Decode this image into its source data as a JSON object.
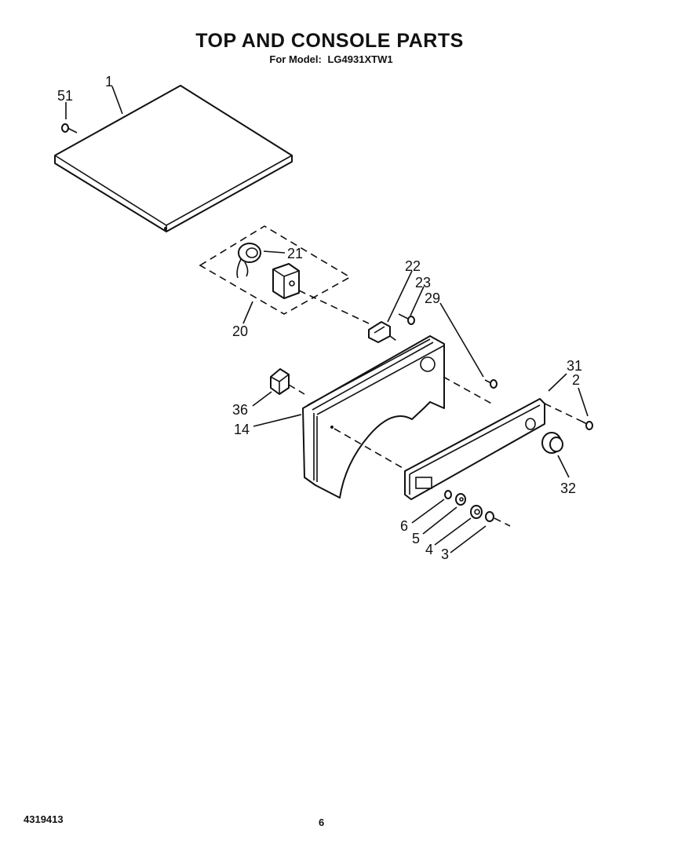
{
  "header": {
    "title": "TOP AND CONSOLE PARTS",
    "model_prefix": "For Model:",
    "model": "LG4931XTW1"
  },
  "footer": {
    "doc_number": "4319413",
    "page_number": "6"
  },
  "callouts": {
    "p51": "51",
    "p1": "1",
    "p21": "21",
    "p20": "20",
    "p22": "22",
    "p23": "23",
    "p29": "29",
    "p31": "31",
    "p2": "2",
    "p36": "36",
    "p14": "14",
    "p32": "32",
    "p6": "6",
    "p5": "5",
    "p4": "4",
    "p3": "3"
  }
}
